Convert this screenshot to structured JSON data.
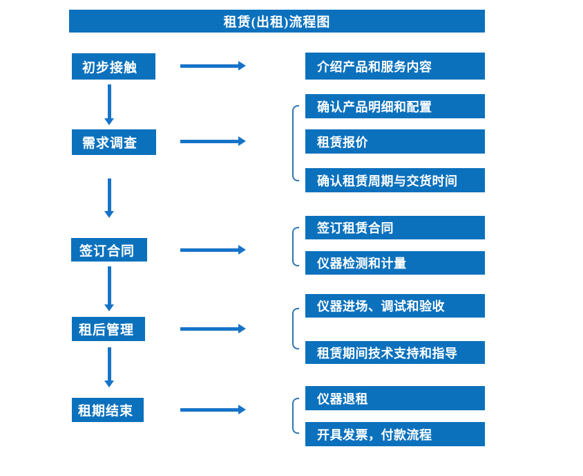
{
  "title": "租赁(出租)流程图",
  "colors": {
    "box_fill": "#0b71bd",
    "arrow": "#1673c8",
    "bracket": "#2e75b6",
    "text": "#ffffff",
    "background": "#ffffff"
  },
  "flow": [
    {
      "step": "初步接触",
      "details": [
        "介绍产品和服务内容"
      ]
    },
    {
      "step": "需求调查",
      "details": [
        "确认产品明细和配置",
        "租赁报价",
        "确认租赁周期与交货时间"
      ]
    },
    {
      "step": "签订合同",
      "details": [
        "签订租赁合同",
        "仪器检测和计量"
      ]
    },
    {
      "step": "租后管理",
      "details": [
        "仪器进场、调试和验收",
        "租赁期间技术支持和指导"
      ]
    },
    {
      "step": "租期结束",
      "details": [
        "仪器退租",
        "开具发票，付款流程"
      ]
    }
  ]
}
